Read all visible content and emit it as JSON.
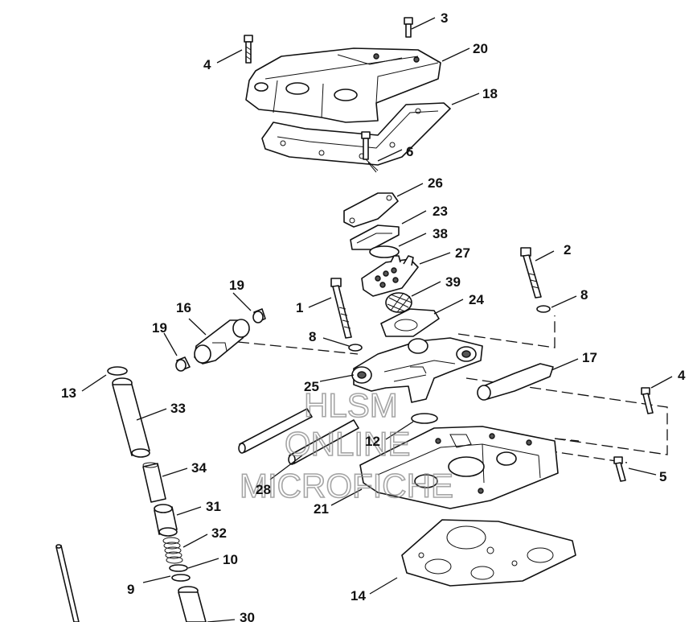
{
  "callouts": {
    "c1": "1",
    "c2": "2",
    "c3": "3",
    "c4a": "4",
    "c4b": "4",
    "c5": "5",
    "c6": "6",
    "c8a": "8",
    "c8b": "8",
    "c9": "9",
    "c10": "10",
    "c12": "12",
    "c13": "13",
    "c14": "14",
    "c16": "16",
    "c17": "17",
    "c18": "18",
    "c19a": "19",
    "c19b": "19",
    "c20": "20",
    "c21": "21",
    "c23": "23",
    "c24": "24",
    "c25": "25",
    "c26": "26",
    "c27": "27",
    "c28": "28",
    "c30": "30",
    "c31": "31",
    "c32": "32",
    "c33": "33",
    "c34": "34",
    "c38": "38",
    "c39": "39"
  },
  "watermark": {
    "line1": "HLSM",
    "line2": "ONLINE",
    "line3": "MICROFICHE"
  }
}
